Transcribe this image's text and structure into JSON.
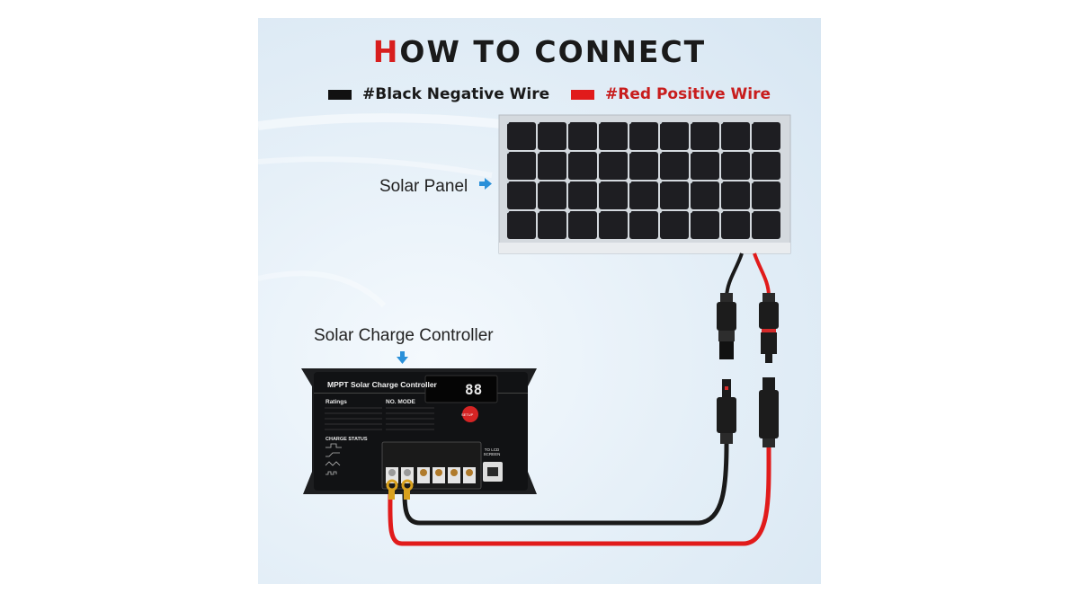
{
  "heading": {
    "first_letter": "H",
    "rest": "OW TO CONNECT"
  },
  "legend": {
    "black_wire": "#Black Negative Wire",
    "red_wire": "#Red Positive Wire"
  },
  "labels": {
    "solar_panel": "Solar Panel",
    "charge_controller": "Solar Charge Controller"
  },
  "controller": {
    "name": "MPPT Solar Charge Controller",
    "ratings_heading": "Ratings",
    "mode_heading": "NO. MODE",
    "status_heading": "CHARGE STATUS",
    "setup_button": "SETUP",
    "lcd_port": "TO LCD SCREEN"
  },
  "colors": {
    "accent_red": "#d81e1e",
    "wire_black": "#1a1a1a",
    "wire_red": "#e11b1b",
    "arrow_blue": "#2a90d9"
  },
  "icons": [
    "arrow-right-icon",
    "arrow-down-icon"
  ]
}
